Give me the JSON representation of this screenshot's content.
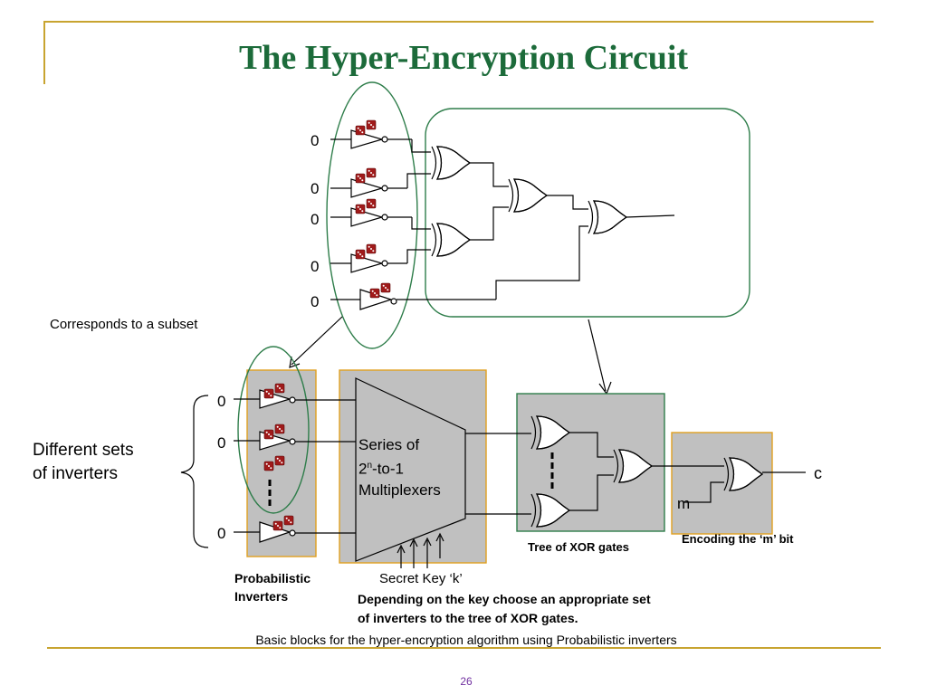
{
  "slide": {
    "title": "The Hyper-Encryption Circuit",
    "page_number": "26",
    "caption": "Basic blocks for the hyper-encryption algorithm using Probabilistic inverters"
  },
  "top_circuit": {
    "inputs": [
      "0",
      "0",
      "0",
      "0",
      "0"
    ],
    "subset_label": "Corresponds to a subset"
  },
  "bottom_circuit": {
    "inverter_inputs": [
      "0",
      "0",
      "0"
    ],
    "different_sets_label_line1": "Different sets",
    "different_sets_label_line2": "of inverters",
    "mux_label_line1": "Series of",
    "mux_label_line2_base": "2",
    "mux_label_line2_sup": "n",
    "mux_label_line2_rest": "-to-1",
    "mux_label_line3": "Multiplexers",
    "probabilistic_label_line1": "Probabilistic",
    "probabilistic_label_line2": "Inverters",
    "secret_key_label": "Secret Key ‘k’",
    "description_line1": "Depending on the key choose an appropriate set",
    "description_line2": "of inverters to the tree of XOR gates.",
    "xor_tree_label": "Tree of XOR gates",
    "encoding_label": "Encoding the ‘m’ bit",
    "m_input_label": "m",
    "output_label": "c"
  },
  "colors": {
    "title": "#1c6b3a",
    "rule": "#c8a430",
    "block_fill": "#c0c0c0",
    "block_border_gold": "#e0a020",
    "block_border_green": "#2e7d4a",
    "ellipse_stroke": "#2e7d4a",
    "dice": "#a01a1a",
    "page_number": "#7030a0"
  }
}
